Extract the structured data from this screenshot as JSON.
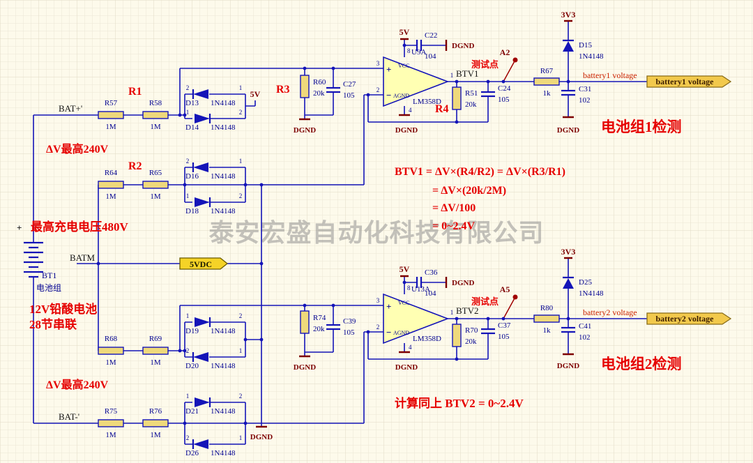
{
  "watermark": "泰安宏盛自动化科技有限公司",
  "nets": {
    "batp": "BAT+'",
    "batm": "BATM",
    "batn": "BAT-'",
    "btv1": "BTV1",
    "btv2": "BTV2"
  },
  "pwr": {
    "v5": "5V",
    "v3": "3V3",
    "gnd": "DGND",
    "vdc": "5VDC"
  },
  "bat": {
    "ref": "BT1",
    "name": "电池组",
    "plus": "+"
  },
  "res": {
    "R57": [
      "R57",
      "1M"
    ],
    "R58": [
      "R58",
      "1M"
    ],
    "R64": [
      "R64",
      "1M"
    ],
    "R65": [
      "R65",
      "1M"
    ],
    "R68": [
      "R68",
      "1M"
    ],
    "R69": [
      "R69",
      "1M"
    ],
    "R75": [
      "R75",
      "1M"
    ],
    "R76": [
      "R76",
      "1M"
    ],
    "R60": [
      "R60",
      "20k"
    ],
    "R51": [
      "R51",
      "20k"
    ],
    "R74": [
      "R74",
      "20k"
    ],
    "R70": [
      "R70",
      "20k"
    ],
    "R67": [
      "R67",
      "1k"
    ],
    "R80": [
      "R80",
      "1k"
    ]
  },
  "cap": {
    "C22": [
      "C22",
      "104"
    ],
    "C27": [
      "C27",
      "105"
    ],
    "C24": [
      "C24",
      "105"
    ],
    "C31": [
      "C31",
      "102"
    ],
    "C36": [
      "C36",
      "104"
    ],
    "C39": [
      "C39",
      "105"
    ],
    "C37": [
      "C37",
      "105"
    ],
    "C41": [
      "C41",
      "102"
    ]
  },
  "dio": {
    "D13": [
      "D13",
      "1N4148"
    ],
    "D14": [
      "D14",
      "1N4148"
    ],
    "D16": [
      "D16",
      "1N4148"
    ],
    "D18": [
      "D18",
      "1N4148"
    ],
    "D19": [
      "D19",
      "1N4148"
    ],
    "D20": [
      "D20",
      "1N4148"
    ],
    "D21": [
      "D21",
      "1N4148"
    ],
    "D26": [
      "D26",
      "1N4148"
    ],
    "D15": [
      "D15",
      "1N4148"
    ],
    "D25": [
      "D25",
      "1N4148"
    ]
  },
  "pins": {
    "n1": "1",
    "n2": "2",
    "n3": "3",
    "n4": "4",
    "n8": "8",
    "plus": "+",
    "minus": "−",
    "vcc": "VCC",
    "agnd": "AGND"
  },
  "amps": {
    "U9A": [
      "U9A",
      "LM358D"
    ],
    "U13A": [
      "U13A",
      "LM358D"
    ]
  },
  "ports": {
    "b1": "battery1 voltage",
    "b2": "battery2 voltage"
  },
  "tp": {
    "a2": "A2",
    "a5": "A5",
    "cap": "测试点"
  },
  "ann": {
    "r1": "R1",
    "r2": "R2",
    "r3": "R3",
    "r4": "R4",
    "dv1": "ΔV最高240V",
    "dv2": "ΔV最高240V",
    "maxv": "最高充电电压480V",
    "bnote1": "12V铅酸电池",
    "bnote2": "28节串联",
    "det1": "电池组1检测",
    "det2": "电池组2检测",
    "f1": "BTV1 = ΔV×(R4/R2) = ΔV×(R3/R1)",
    "f2": "= ΔV×(20k/2M)",
    "f3": "= ΔV/100",
    "f4": "= 0~2.4V",
    "f5": "计算同上  BTV2 = 0~2.4V",
    "nb1": "battery1 voltage",
    "nb2": "battery2 voltage"
  }
}
